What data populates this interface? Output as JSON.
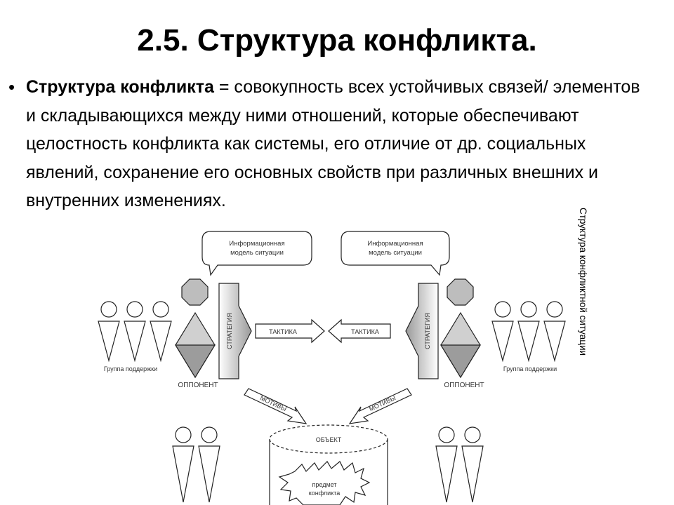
{
  "slide": {
    "title": "2.5. Структура конфликта.",
    "bullet_term": "Структура конфликта",
    "bullet_text": " = совокупность всех устойчивых связей/ элементов и складывающихся между ними отношений, которые обеспечивают целостность конфликта как системы, его отличие от др. социальных явлений, сохранение его основных свойств при различных внешних и внутренних изменениях."
  },
  "figure": {
    "caption": "Структура конфликтной ситуации",
    "info_model_left_line1": "Информационная",
    "info_model_left_line2": "модель ситуации",
    "info_model_right_line1": "Информационная",
    "info_model_right_line2": "модель ситуации",
    "strategy_left": "СТРАТЕГИЯ",
    "strategy_right": "СТРАТЕГИЯ",
    "tactic_left": "ТАКТИКА",
    "tactic_right": "ТАКТИКА",
    "support_group_left": "Группа поддержки",
    "support_group_right": "Группа поддержки",
    "opponent_left": "ОППОНЕНТ",
    "opponent_right": "ОППОНЕНТ",
    "motives_left": "МОТИВЫ",
    "motives_right": "МОТИВЫ",
    "object_label": "ОБЪЕКТ",
    "subject_line1": "предмет",
    "subject_line2": "конфликта"
  }
}
